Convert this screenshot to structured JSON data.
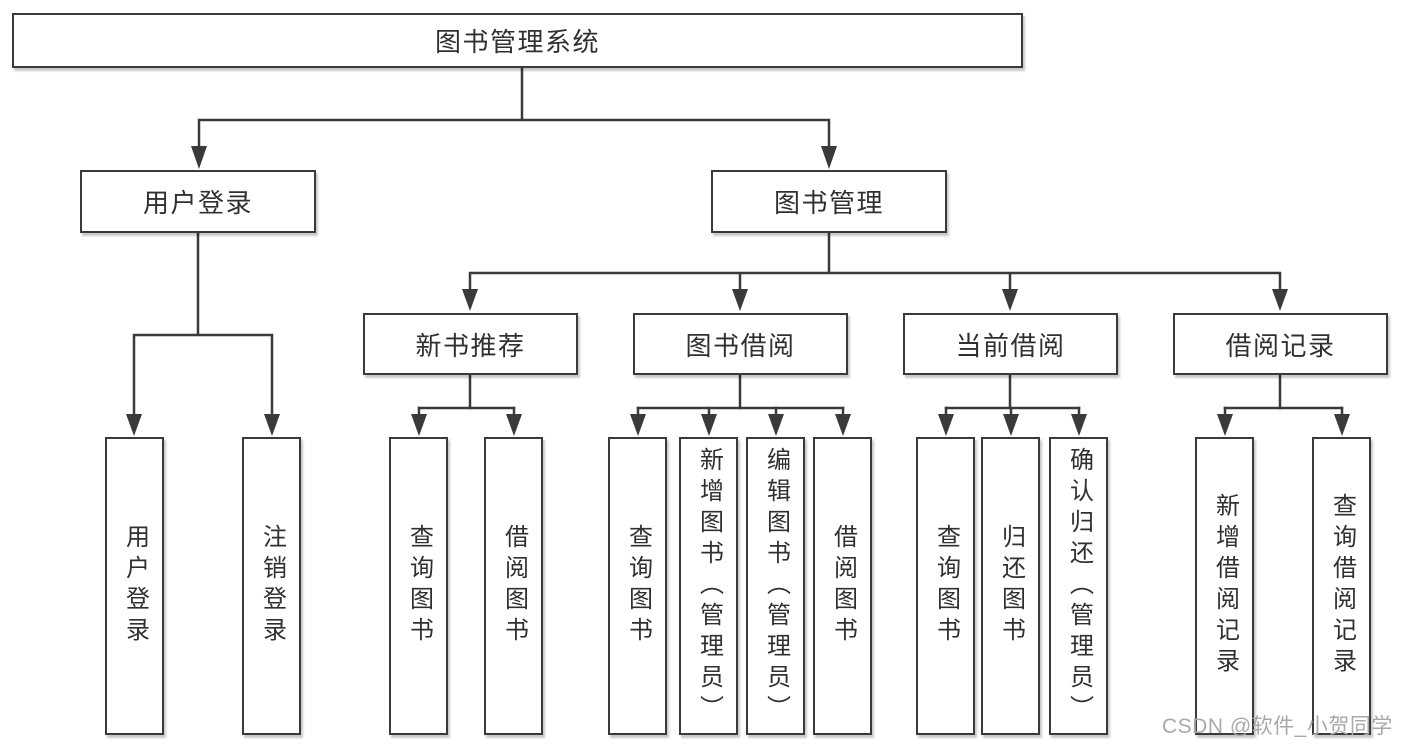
{
  "diagram": {
    "type": "tree",
    "root_label": "图书管理系统",
    "branches": [
      {
        "label": "用户登录",
        "leaves": [
          "用户登录",
          "注销登录"
        ]
      },
      {
        "label": "图书管理",
        "groups": [
          {
            "label": "新书推荐",
            "leaves": [
              "查询图书",
              "借阅图书"
            ]
          },
          {
            "label": "图书借阅",
            "leaves": [
              "查询图书",
              "新增图书（管理员）",
              "编辑图书（管理员）",
              "借阅图书"
            ]
          },
          {
            "label": "当前借阅",
            "leaves": [
              "查询图书",
              "归还图书",
              "确认归还（管理员）"
            ]
          },
          {
            "label": "借阅记录",
            "leaves": [
              "新增借阅记录",
              "查询借阅记录"
            ]
          }
        ]
      }
    ]
  },
  "watermark": {
    "text": "CSDN @软件_小贺同学",
    "color": "#a9a9ad"
  },
  "colors": {
    "line": "#3a3a3a",
    "text": "#303030",
    "background": "#ffffff"
  }
}
